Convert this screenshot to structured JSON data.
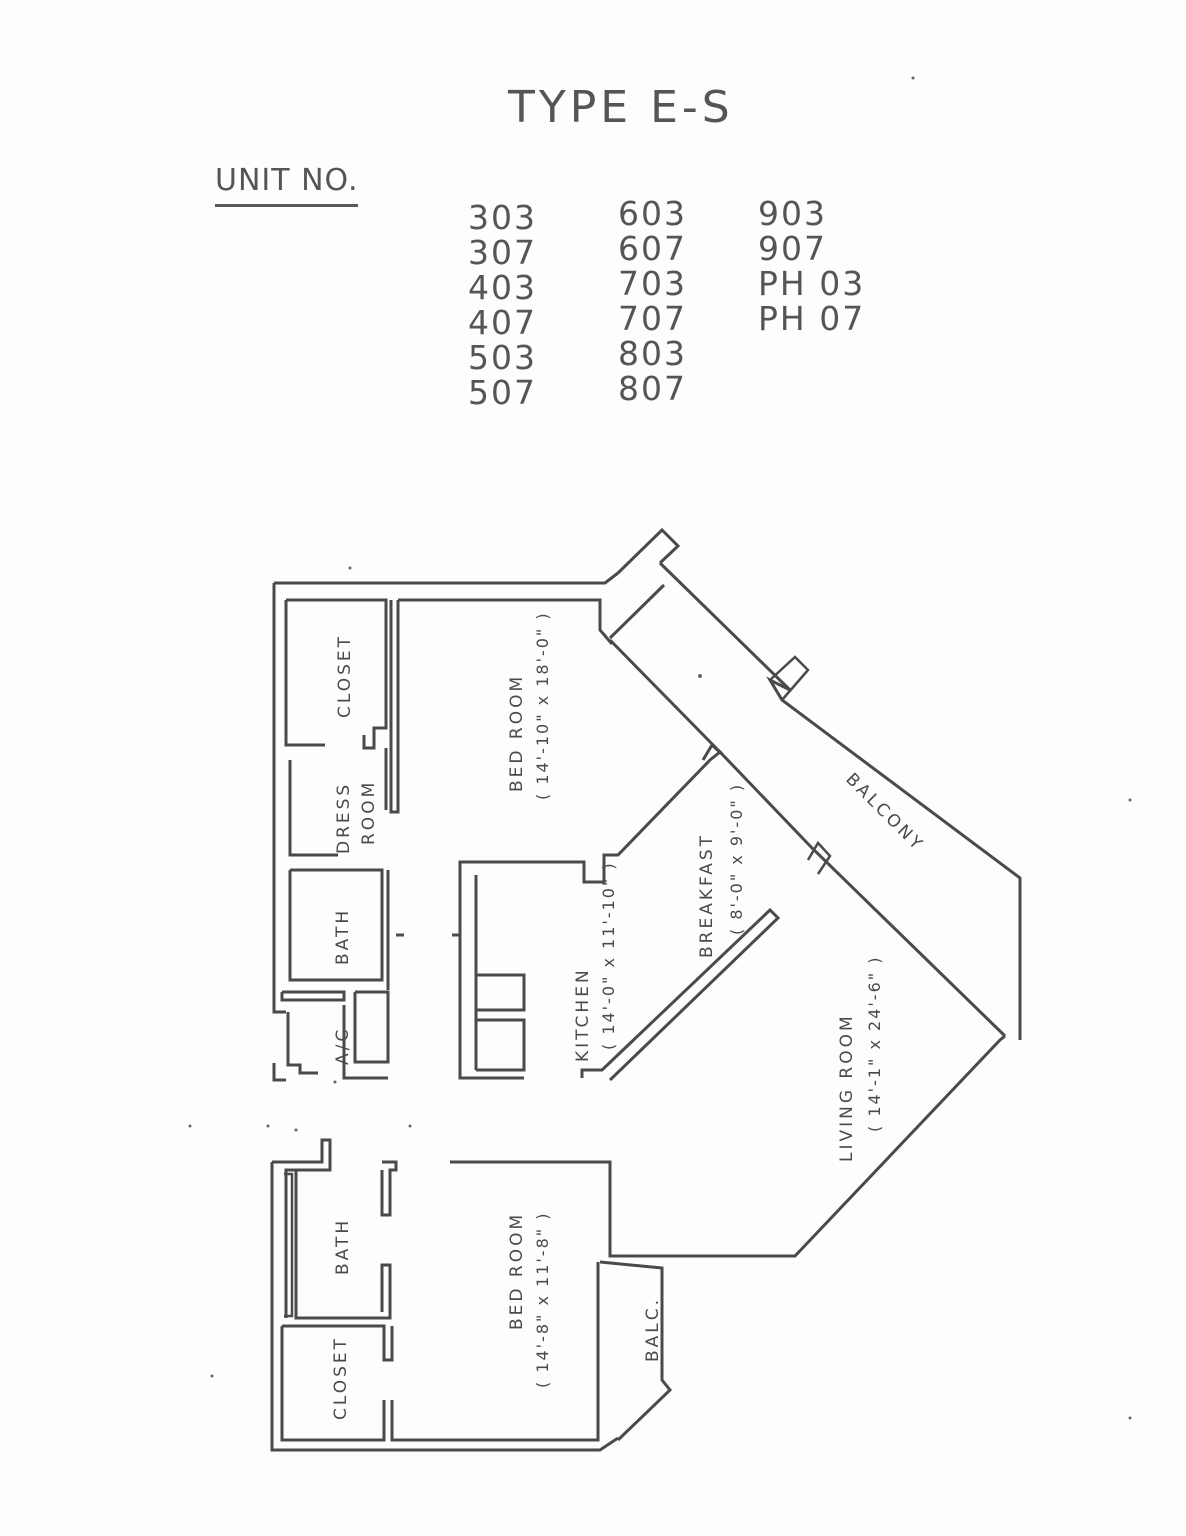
{
  "title": "TYPE E-S",
  "unit_label": "UNIT NO.",
  "units": {
    "col1": [
      "303",
      "307",
      "403",
      "407",
      "503",
      "507"
    ],
    "col2": [
      "603",
      "607",
      "703",
      "707",
      "803",
      "807"
    ],
    "col3": [
      "903",
      "907",
      "PH 03",
      "PH 07"
    ]
  },
  "rooms": {
    "closet_top": "CLOSET",
    "dress_room_1": "DRESS",
    "dress_room_2": "ROOM",
    "bath_top": "BATH",
    "ac": "A/C",
    "bedroom_top_name": "BED ROOM",
    "bedroom_top_dim": "( 14'-10\" x 18'-0\" )",
    "kitchen_name": "KITCHEN",
    "kitchen_dim": "( 14'-0\" x 11'-10\" )",
    "breakfast_name": "BREAKFAST",
    "breakfast_dim": "( 8'-0\" x 9'-0\" )",
    "balcony": "BALCONY",
    "living_name": "LIVING ROOM",
    "living_dim": "( 14'-1\" x 24'-6\" )",
    "bath_bottom": "BATH",
    "bedroom_bottom_name": "BED ROOM",
    "bedroom_bottom_dim": "( 14'-8\" x 11'-8\" )",
    "closet_bottom": "CLOSET",
    "balc_small": "BALC."
  }
}
